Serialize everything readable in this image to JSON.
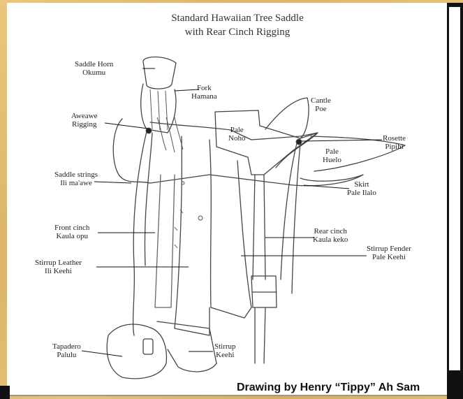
{
  "title": {
    "line1": "Standard Hawaiian Tree Saddle",
    "line2": "with Rear Cinch Rigging"
  },
  "labels": {
    "saddle_horn": "Saddle Horn\nOkumu",
    "fork": "Fork\nHamana",
    "aweawe": "Aweawe\nRigging",
    "cantle": "Cantle\nPoe",
    "pale_noho": "Pale\nNoho",
    "rosette": "Rosette\nPipihi",
    "pale_huelo": "Pale\nHuelo",
    "saddle_strings": "Saddle strings\nIli ma'awe",
    "skirt": "Skirt\nPale Ilalo",
    "front_cinch": "Front cinch\nKaula opu",
    "rear_cinch": "Rear cinch\nKaula keko",
    "stirrup_fender": "Stirrup Fender\nPale Keehi",
    "stirrup_leather": "Stirrup Leather\nIli Keehi",
    "tapadero": "Tapadero\nPalulu",
    "stirrup": "Stirrup\nKeehi"
  },
  "credit": "Drawing by Henry “Tippy” Ah Sam"
}
